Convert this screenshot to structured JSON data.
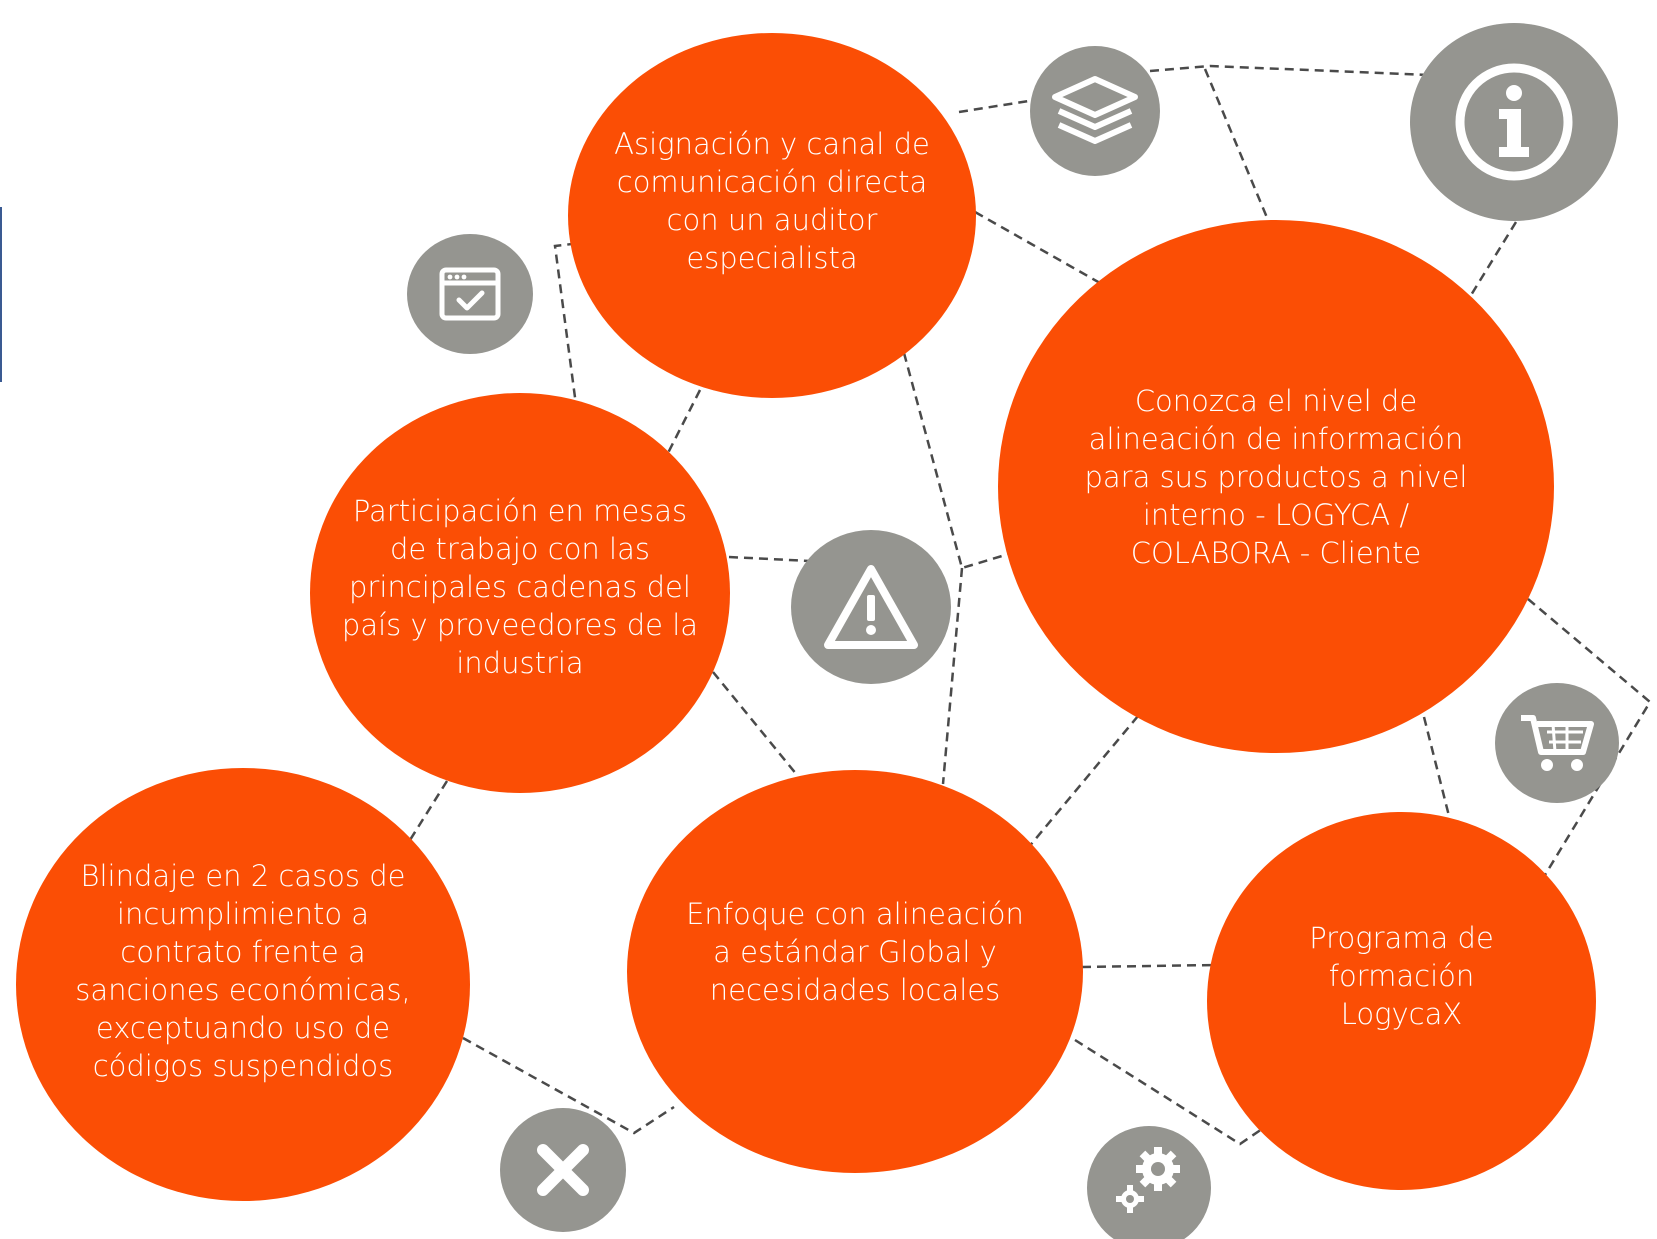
{
  "nodes": {
    "asignacion": "Asignación  y canal de\ncomunicación directa\ncon un auditor\nespecialista",
    "conozca": "Conozca el nivel de\nalineación de información\npara sus productos a nivel\ninterno - LOGYCA /\nCOLABORA - Cliente",
    "participacion": "Participación  en mesas\nde trabajo  con las\nprincipales cadenas  del\npaís y proveedores de la\nindustria",
    "blindaje": "Blindaje en 2 casos de\nincumplimiento a\ncontrato frente a\nsanciones  económicas,\nexceptuando uso de\ncódigos suspendidos",
    "enfoque": "Enfoque con  alineación\na  estándar  Global y\nnecesidades  locales",
    "programa": "Programa de\nformación\nLogycaX"
  },
  "icons": [
    "layers-icon",
    "info-icon",
    "browser-check-icon",
    "warning-icon",
    "cart-icon",
    "close-icon",
    "gears-icon"
  ],
  "colors": {
    "node_fill": "#fb4e05",
    "icon_fill": "#959590",
    "text": "#ffffff",
    "connector": "#4a4a4a"
  }
}
